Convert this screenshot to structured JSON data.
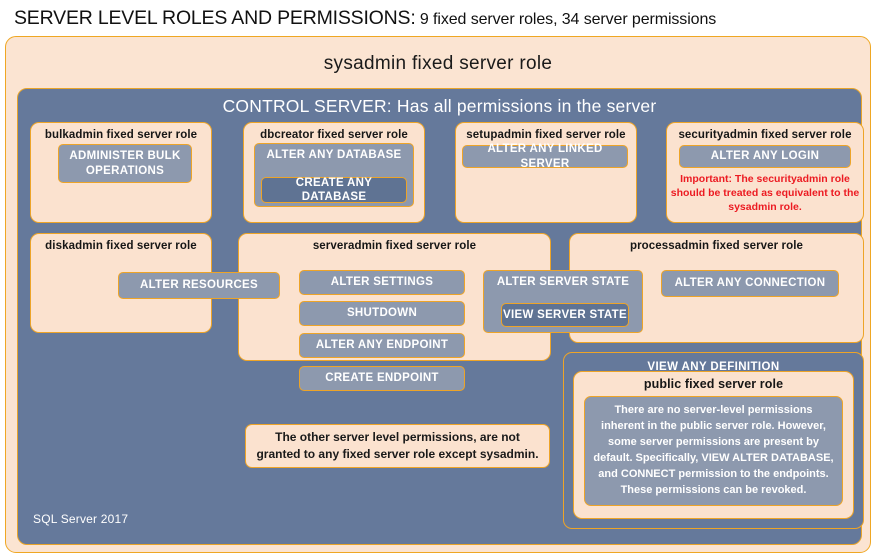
{
  "title": {
    "strong": "SERVER LEVEL ROLES AND PERMISSIONS:",
    "rest": " 9 fixed server roles, 34 server permissions"
  },
  "colors": {
    "peach_panel": "#fbe4d2",
    "peach_box": "#fbe2cf",
    "slate_panel": "#65799b",
    "slate_perm": "#8d99ae",
    "slate_perm_nested": "#5f7393",
    "gold_border": "#eda428",
    "alert_red": "#ec1b22",
    "white_text": "#ffffff"
  },
  "sysadmin": {
    "label": "sysadmin fixed server role"
  },
  "control_server": {
    "label": "CONTROL SERVER: Has all permissions in the server"
  },
  "roles": [
    {
      "id": "bulkadmin",
      "label": "bulkadmin fixed server role",
      "permissions": [
        {
          "id": "administer-bulk-operations",
          "label": "ADMINISTER  BULK OPERATIONS",
          "nested": false
        }
      ]
    },
    {
      "id": "dbcreator",
      "label": "dbcreator fixed server role",
      "permissions": [
        {
          "id": "alter-any-database",
          "label": "ALTER ANY DATABASE",
          "nested": false
        },
        {
          "id": "create-any-database",
          "label": "CREATE  ANY DATABASE",
          "nested": true
        }
      ]
    },
    {
      "id": "setupadmin",
      "label": "setupadmin fixed server role",
      "permissions": [
        {
          "id": "alter-any-linked-server",
          "label": "ALTER ANY LINKED SERVER",
          "nested": false
        }
      ]
    },
    {
      "id": "securityadmin",
      "label": "securityadmin fixed server role",
      "permissions": [
        {
          "id": "alter-any-login",
          "label": "ALTER ANY LOGIN",
          "nested": false
        }
      ],
      "note": "Important: The securityadmin role should  be treated as equivalent to the sysadmin role."
    },
    {
      "id": "diskadmin",
      "label": "diskadmin fixed server role",
      "permissions": [
        {
          "id": "alter-resources",
          "label": "ALTER RESOURCES",
          "nested": false
        }
      ]
    },
    {
      "id": "serveradmin",
      "label": "serveradmin fixed server role",
      "permissions": [
        {
          "id": "alter-settings",
          "label": "ALTER SETTINGS",
          "nested": false
        },
        {
          "id": "shutdown",
          "label": "SHUTDOWN",
          "nested": false
        },
        {
          "id": "alter-any-endpoint",
          "label": "ALTER ANY ENDPOINT",
          "nested": false
        },
        {
          "id": "create-endpoint",
          "label": "CREATE  ENDPOINT",
          "nested": false
        },
        {
          "id": "alter-server-state",
          "label": "ALTER SERVER  STATE",
          "nested": false
        },
        {
          "id": "view-server-state",
          "label": "VIEW SERVER  STATE",
          "nested": true
        }
      ]
    },
    {
      "id": "processadmin",
      "label": "processadmin fixed server role",
      "permissions": [
        {
          "id": "alter-any-connection",
          "label": "ALTER ANY CONNECTION",
          "nested": false
        }
      ]
    },
    {
      "id": "public",
      "label": "public fixed server role",
      "container_permission": "VIEW ANY DEFINITION",
      "description": "There are no server-level permissions inherent in the public server role. However, some server permissions are present by default. Specifically, VIEW ALTER DATABASE, and CONNECT permission to the endpoints. These permissions can be revoked."
    }
  ],
  "notes": {
    "other_permissions": "The other server level permissions,  are not granted to any fixed server role except sysadmin."
  },
  "footer": {
    "label": "SQL Server 2017"
  }
}
